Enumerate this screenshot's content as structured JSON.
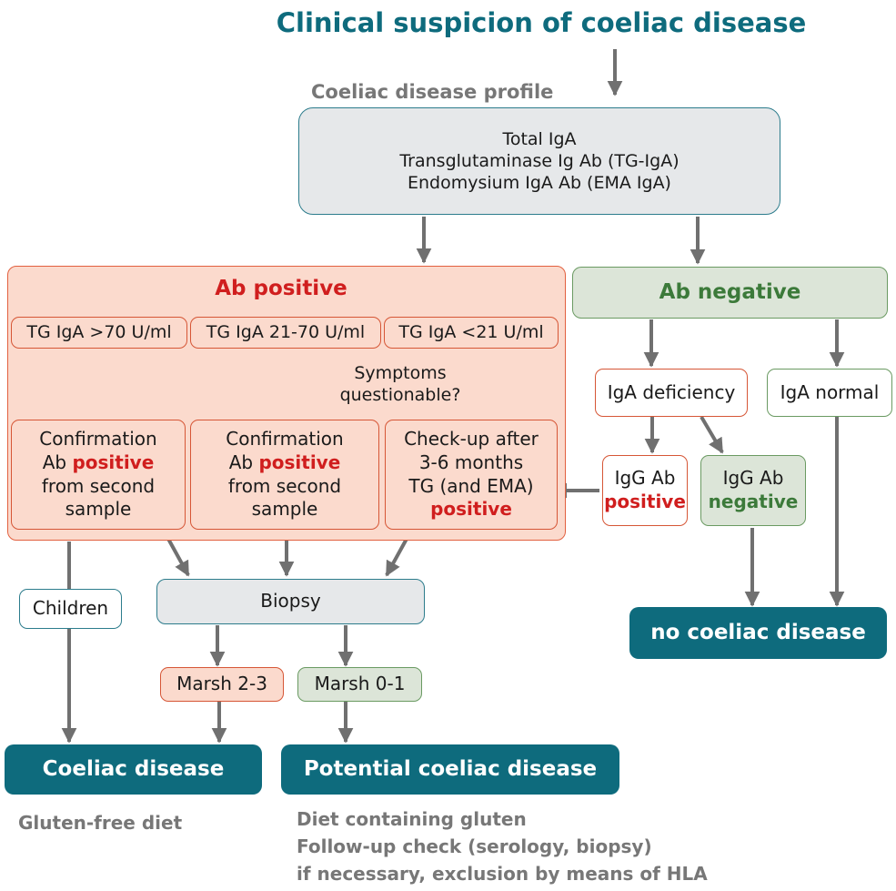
{
  "title": "Clinical suspicion of coeliac disease",
  "profile": {
    "heading": "Coeliac disease profile",
    "lines": [
      "Total IgA",
      "Transglutaminase Ig Ab (TG-IgA)",
      "Endomysium IgA Ab (EMA IgA)"
    ]
  },
  "positive": {
    "title": "Ab positive",
    "tg_high": "TG IgA >70 U/ml",
    "tg_mid": "TG IgA 21-70 U/ml",
    "tg_low": "TG IgA <21 U/ml",
    "question": [
      "Symptoms",
      "questionable?"
    ],
    "confirm": {
      "line1": "Confirmation",
      "line2_pre": "Ab ",
      "line2_bold": "positive",
      "line3": "from second",
      "line4": "sample"
    },
    "checkup": {
      "line1": "Check-up after",
      "line2": "3-6 months",
      "line3": "TG (and EMA)",
      "line4": "positive"
    }
  },
  "negative": {
    "title": "Ab negative",
    "iga_deficiency": "IgA deficiency",
    "iga_normal": "IgA normal",
    "igg_pos": {
      "line1": "IgG Ab",
      "line2": "positive"
    },
    "igg_neg": {
      "line1": "IgG Ab",
      "line2": "negative"
    },
    "outcome": "no coeliac disease"
  },
  "children": "Children",
  "biopsy": "Biopsy",
  "marsh_high": "Marsh 2-3",
  "marsh_low": "Marsh 0-1",
  "coeliac": {
    "label": "Coeliac disease",
    "note": "Gluten-free diet"
  },
  "potential": {
    "label": "Potential coeliac disease",
    "notes": [
      "Diet containing gluten",
      "Follow-up check (serology, biopsy)",
      "if necessary, exclusion by means of HLA"
    ]
  },
  "colors": {
    "teal": "#0e6b7d",
    "red": "#d01e1e",
    "green": "#3c7a3a",
    "gray": "#777777",
    "arrow": "#707070"
  }
}
